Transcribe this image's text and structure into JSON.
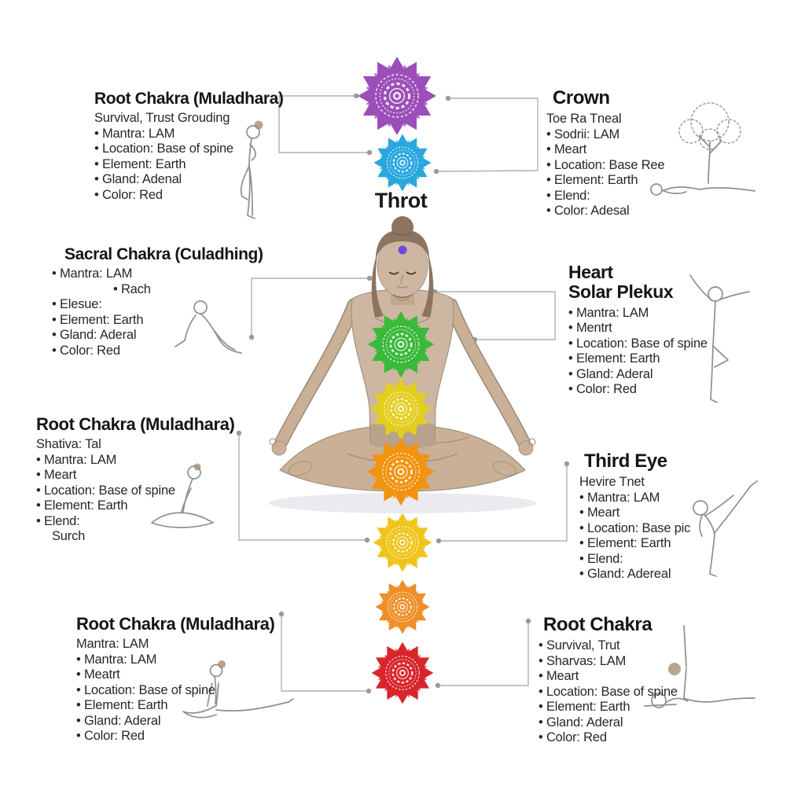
{
  "page": {
    "background": "#ffffff",
    "center_label": "Throt"
  },
  "chakra_symbols": [
    {
      "name": "crown",
      "color": "#9C4FB8"
    },
    {
      "name": "throat",
      "color": "#2AA7DF"
    },
    {
      "name": "heart",
      "color": "#3AB93A"
    },
    {
      "name": "solar-plexus",
      "color": "#E3CE1E"
    },
    {
      "name": "sacral",
      "color": "#F2930F"
    },
    {
      "name": "lower-solar",
      "color": "#F0C41B"
    },
    {
      "name": "lower-sacral",
      "color": "#EF8F2A"
    },
    {
      "name": "root",
      "color": "#D8262C"
    }
  ],
  "figure": {
    "third_eye_dot_color": "#6C4BD9"
  },
  "blocks": [
    {
      "title": "Root Chakra (Muladhara)",
      "lines": [
        "Survival, Trust Grouding",
        "• Mantra: LAM",
        "• Location: Base of spine",
        "• Element: Earth",
        "• Gland: Adenal",
        "• Color: Red"
      ]
    },
    {
      "title": "Crown",
      "lines": [
        "Toe Ra Tneal",
        "• Sodrii: LAM",
        "• Meart",
        "• Location: Base Ree",
        "• Element: Earth",
        "• Elend:",
        "• Color: Adesal"
      ]
    },
    {
      "title": "Sacral Chakra (Culadhing)",
      "lines": [
        "• Mantra: LAM",
        "• Rach",
        "• Elesue:",
        "• Element: Earth",
        "• Gland: Aderal",
        "• Color: Red"
      ]
    },
    {
      "title": "Heart",
      "title2": "Solar Plekux",
      "lines": [
        "• Mantra: LAM",
        "• Mentrt",
        "• Location: Base of spine",
        "• Element: Earth",
        "• Gland: Aderal",
        "• Color: Red"
      ]
    },
    {
      "title": "Root Chakra (Muladhara)",
      "lines": [
        "Shativa: Tal",
        "• Mantra: LAM",
        "• Meart",
        "• Location: Base of spine",
        "• Element: Earth",
        "• Elend:",
        "Surch"
      ]
    },
    {
      "title": "Third Eye",
      "lines": [
        "Hevire Tnet",
        "• Mantra: LAM",
        "• Meart",
        "• Location: Base pic",
        "• Element: Earth",
        "• Elend:",
        "• Gland: Adereal"
      ]
    },
    {
      "title": "Root Chakra (Muladhara)",
      "lines": [
        "Mantra: LAM",
        "• Mantra: LAM",
        "• Meatrt",
        "• Location: Base of spine",
        "• Element: Earth",
        "• Gland: Aderal",
        "• Color: Red"
      ]
    },
    {
      "title": "Root Chakra",
      "lines": [
        "• Survival, Trut",
        "• Sharvas: LAM",
        "• Meart",
        "• Location: Base of spine",
        "• Element: Earth",
        "• Gland: Aderal",
        "• Color: Red"
      ]
    }
  ]
}
